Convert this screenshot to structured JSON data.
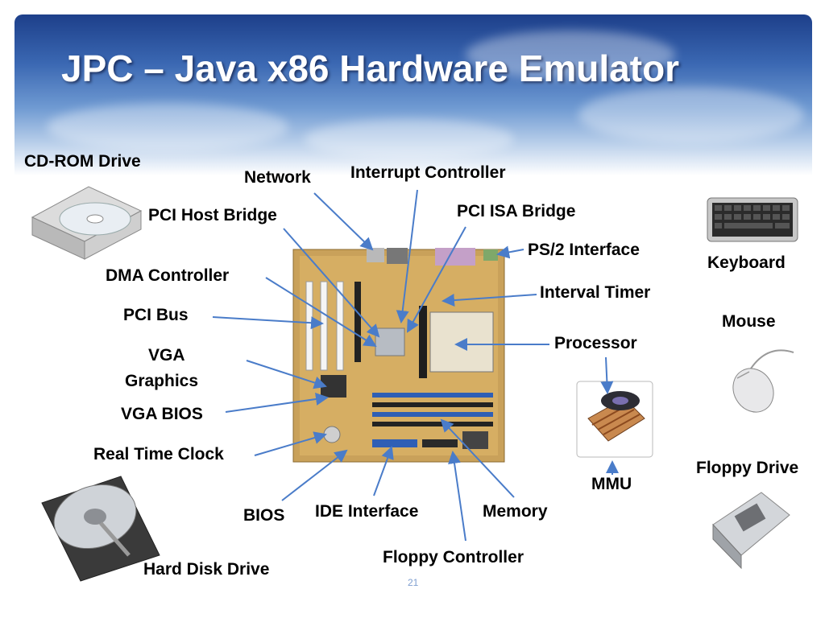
{
  "slide": {
    "title": "JPC – Java x86 Hardware Emulator",
    "page_number": "21"
  },
  "labels": {
    "cdrom": "CD-ROM Drive",
    "network": "Network",
    "interrupt_controller": "Interrupt Controller",
    "pci_host_bridge": "PCI Host Bridge",
    "pci_isa_bridge": "PCI ISA Bridge",
    "ps2_interface": "PS/2 Interface",
    "keyboard": "Keyboard",
    "dma_controller": "DMA Controller",
    "interval_timer": "Interval Timer",
    "pci_bus": "PCI Bus",
    "mouse": "Mouse",
    "processor": "Processor",
    "vga_graphics_line1": "VGA",
    "vga_graphics_line2": "Graphics",
    "vga_bios": "VGA BIOS",
    "real_time_clock": "Real Time Clock",
    "floppy_drive": "Floppy Drive",
    "mmu": "MMU",
    "bios": "BIOS",
    "ide_interface": "IDE Interface",
    "memory": "Memory",
    "hard_disk_drive": "Hard Disk Drive",
    "floppy_controller": "Floppy Controller"
  },
  "colors": {
    "arrow": "#4a7cc9",
    "board": "#c9a15a",
    "title_text": "#ffffff"
  }
}
